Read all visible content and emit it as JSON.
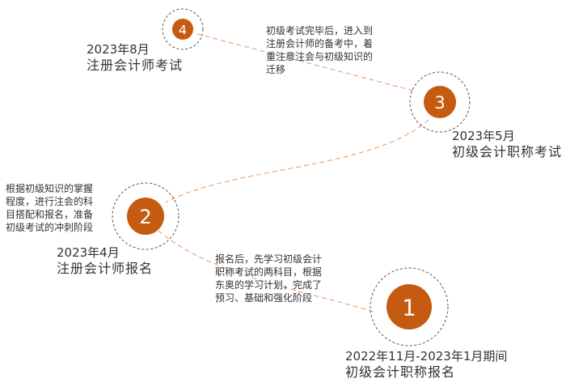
{
  "milestones": [
    {
      "number": "1",
      "date": "2022年11月-2023年1月期间",
      "event": "初级会计职称报名",
      "note": []
    },
    {
      "number": "2",
      "date": "2023年4月",
      "event": "注册会计师报名",
      "note": [
        "根据初级知识的掌握",
        "程度，进行注会的科",
        "目搭配和报名，准备",
        "初级考试的冲刺阶段"
      ]
    },
    {
      "number": "3",
      "date": "2023年5月",
      "event": "初级会计职称考试",
      "note": [
        "初级考试完毕后，进入到",
        "注册会计师的备考中，着",
        "重注意注会与初级知识的",
        "迁移"
      ]
    },
    {
      "number": "4",
      "date": "2023年8月",
      "event": "注册会计师考试",
      "note": []
    }
  ],
  "transition_note": [
    "报名后，先学习初级会计",
    "职称考试的两科目，根据",
    "东奥的学习计划，完成了",
    "预习、基础和强化阶段"
  ],
  "colors": {
    "accent": "#c55a11",
    "connector": "#e39a63",
    "ring": "#555555"
  }
}
